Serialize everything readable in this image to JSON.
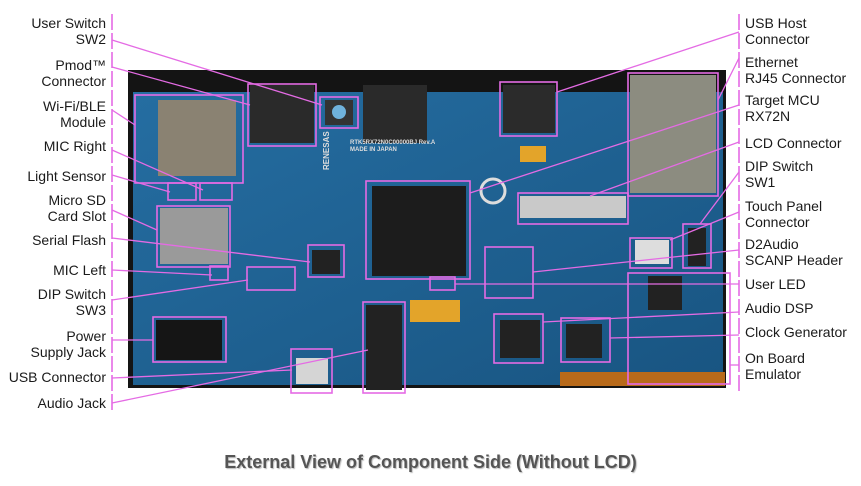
{
  "left_labels": [
    {
      "line1": "User Switch",
      "line2": "SW2"
    },
    {
      "line1": "Pmod™",
      "line2": "Connector"
    },
    {
      "line1": "Wi-Fi/BLE",
      "line2": "Module"
    },
    {
      "line1": "MIC Right"
    },
    {
      "line1": "Light Sensor"
    },
    {
      "line1": "Micro SD",
      "line2": "Card Slot"
    },
    {
      "line1": "Serial Flash"
    },
    {
      "line1": "MIC Left"
    },
    {
      "line1": "DIP Switch",
      "line2": "SW3"
    },
    {
      "line1": "Power",
      "line2": "Supply Jack"
    },
    {
      "line1": "USB Connector"
    },
    {
      "line1": "Audio Jack"
    }
  ],
  "right_labels": [
    {
      "line1": "USB Host",
      "line2": "Connector"
    },
    {
      "line1": "Ethernet",
      "line2": "RJ45 Connector"
    },
    {
      "line1": "Target MCU",
      "line2": "RX72N"
    },
    {
      "line1": "LCD Connector"
    },
    {
      "line1": "DIP Switch",
      "line2": "SW1"
    },
    {
      "line1": "Touch Panel",
      "line2": "Connector"
    },
    {
      "line1": "D2Audio",
      "line2": "SCANP Header"
    },
    {
      "line1": "User LED"
    },
    {
      "line1": "Audio DSP"
    },
    {
      "line1": "Clock Generator"
    },
    {
      "line1": "On Board",
      "line2": "Emulator"
    }
  ],
  "board": {
    "silkscreen": "RTK5RX72N0C00000BJ Rev.A",
    "made_in": "MADE IN JAPAN",
    "brand": "RENESAS"
  },
  "caption": "External View of Component Side (Without LCD)",
  "colors": {
    "callout": "#e46be4",
    "pcb": "#1f5f8f",
    "background_mat": "#111111"
  }
}
